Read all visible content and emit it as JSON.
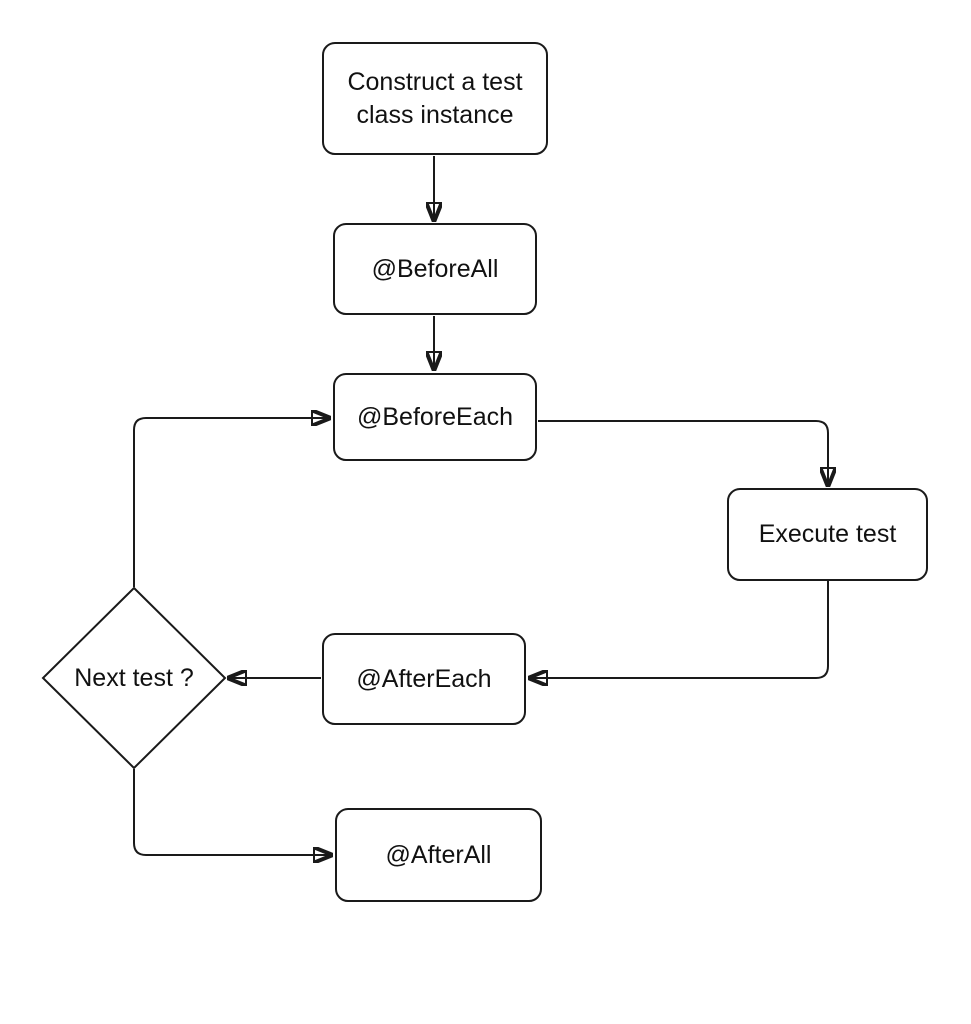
{
  "diagram": {
    "type": "flowchart",
    "colors": {
      "background": "#ffffff",
      "node_fill": "#ffffff",
      "stroke": "#1a1a1a",
      "text": "#111111"
    },
    "nodes": {
      "construct": {
        "label": "Construct a test class instance",
        "shape": "rounded-rect"
      },
      "before_all": {
        "label": "@BeforeAll",
        "shape": "rounded-rect"
      },
      "before_each": {
        "label": "@BeforeEach",
        "shape": "rounded-rect"
      },
      "execute": {
        "label": "Execute test",
        "shape": "rounded-rect"
      },
      "after_each": {
        "label": "@AfterEach",
        "shape": "rounded-rect"
      },
      "decision": {
        "label": "Next test ?",
        "shape": "diamond"
      },
      "after_all": {
        "label": "@AfterAll",
        "shape": "rounded-rect"
      }
    },
    "edges": [
      {
        "from": "construct",
        "to": "before_all"
      },
      {
        "from": "before_all",
        "to": "before_each"
      },
      {
        "from": "before_each",
        "to": "execute"
      },
      {
        "from": "execute",
        "to": "after_each"
      },
      {
        "from": "after_each",
        "to": "decision"
      },
      {
        "from": "decision",
        "to": "before_each"
      },
      {
        "from": "decision",
        "to": "after_all"
      }
    ]
  }
}
